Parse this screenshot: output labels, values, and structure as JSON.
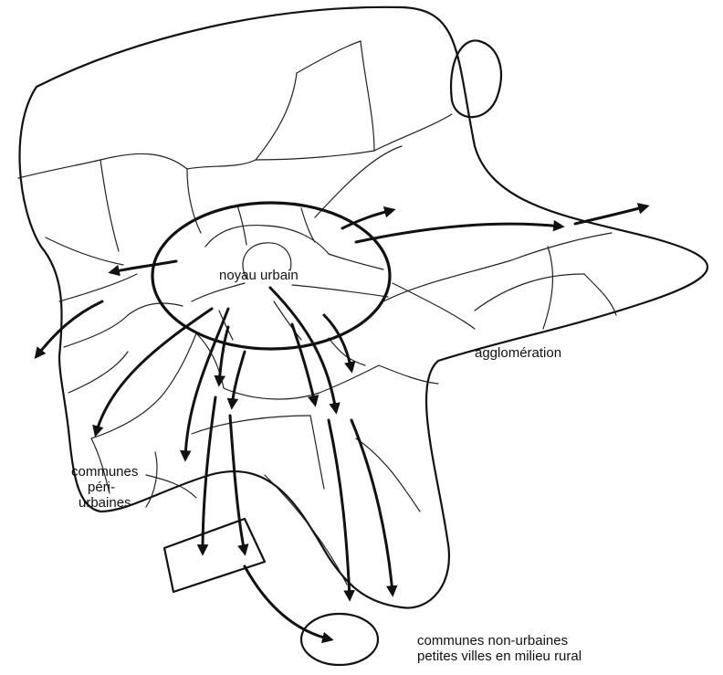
{
  "labels": {
    "core": "noyau urbain",
    "agglomeration": "agglomération",
    "periurban": [
      "communes",
      "péri-",
      "urbaines"
    ],
    "rural": [
      "communes non-urbaines",
      "petites villes en milieu rural"
    ]
  },
  "colors": {
    "ink": "#111111",
    "paper": "#ffffff"
  }
}
